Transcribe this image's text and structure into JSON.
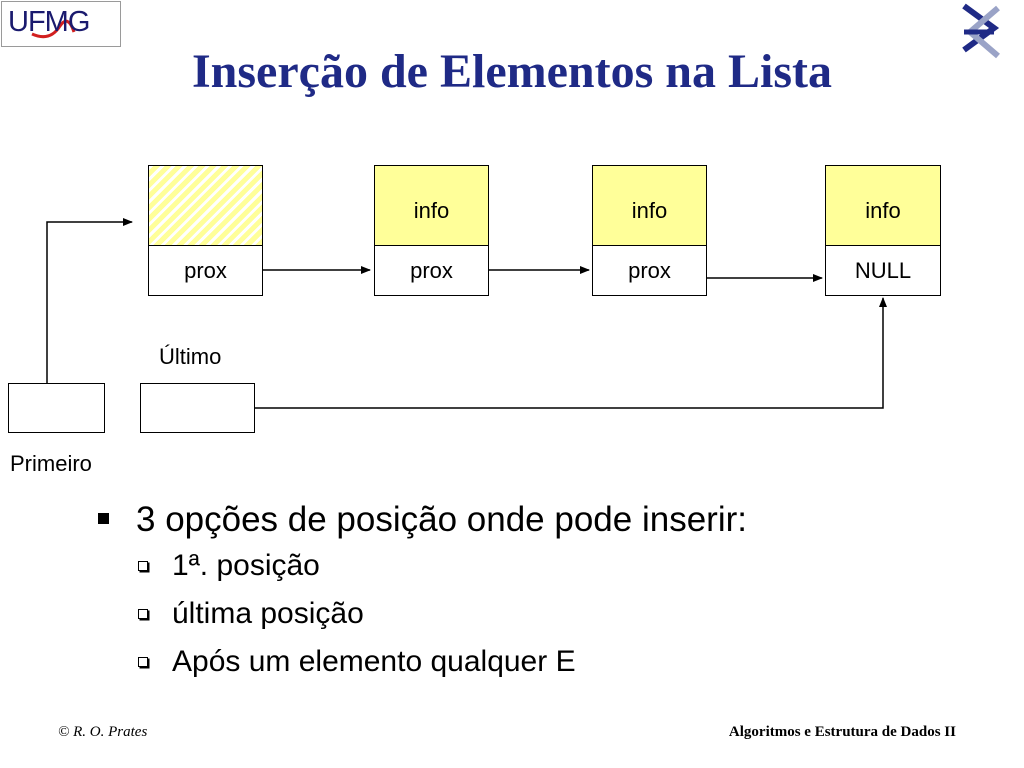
{
  "header": {
    "logo_text": "UFMG",
    "title": "Inserção de Elementos na Lista"
  },
  "diagram": {
    "nodes": [
      {
        "info": "",
        "prox": "prox"
      },
      {
        "info": "info",
        "prox": "prox"
      },
      {
        "info": "info",
        "prox": "prox"
      },
      {
        "info": "info",
        "prox": "NULL"
      }
    ],
    "label_ultimo": "Último",
    "label_primeiro": "Primeiro"
  },
  "bullets": {
    "main": "3 opções de posição onde pode inserir:",
    "items": [
      "1ª. posição",
      "última posição",
      "Após um elemento qualquer E"
    ]
  },
  "footer": {
    "author": "© R. O. Prates",
    "course": "Algoritmos e Estrutura de Dados II"
  },
  "colors": {
    "title": "#1f2a86",
    "node_fill": "#ffff99",
    "logo_red": "#d21f1f"
  }
}
